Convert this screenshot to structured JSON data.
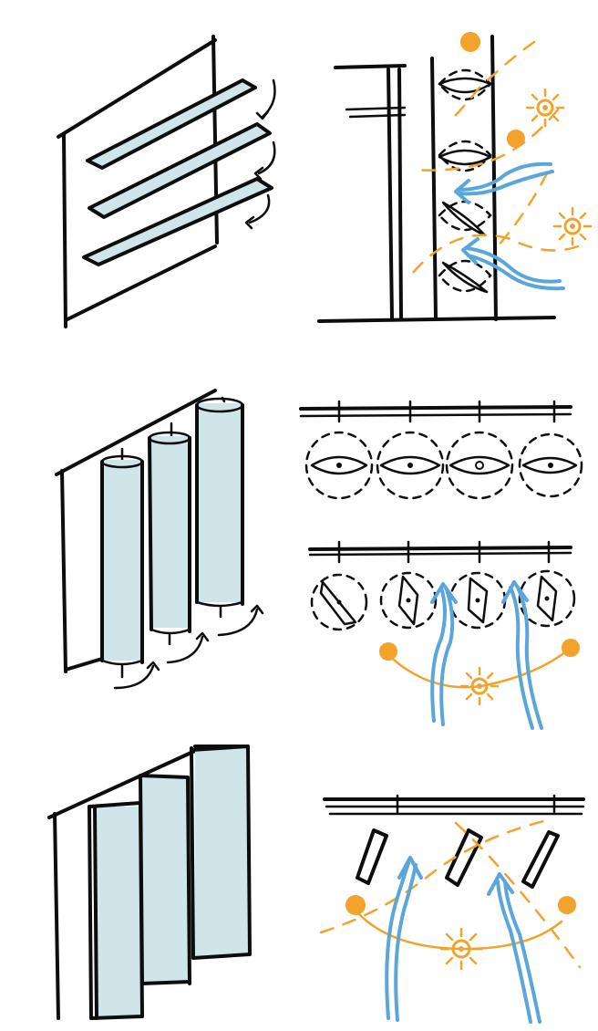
{
  "colors": {
    "ink": "#0d0d0d",
    "glass": "#cfe5ea",
    "sun": "#f2a32c",
    "air": "#5aa6db",
    "background": "#ffffff"
  },
  "icons": [
    "sun-icon",
    "airflow-arrow-icon",
    "rotation-arrow-icon"
  ],
  "panels": [
    {
      "id": "horizontal-louvers",
      "views": [
        "perspective",
        "section"
      ]
    },
    {
      "id": "vertical-rotating-fins",
      "views": [
        "perspective",
        "plan-closed",
        "plan-rotated"
      ]
    },
    {
      "id": "vertical-panels",
      "views": [
        "perspective",
        "plan-open"
      ]
    }
  ]
}
